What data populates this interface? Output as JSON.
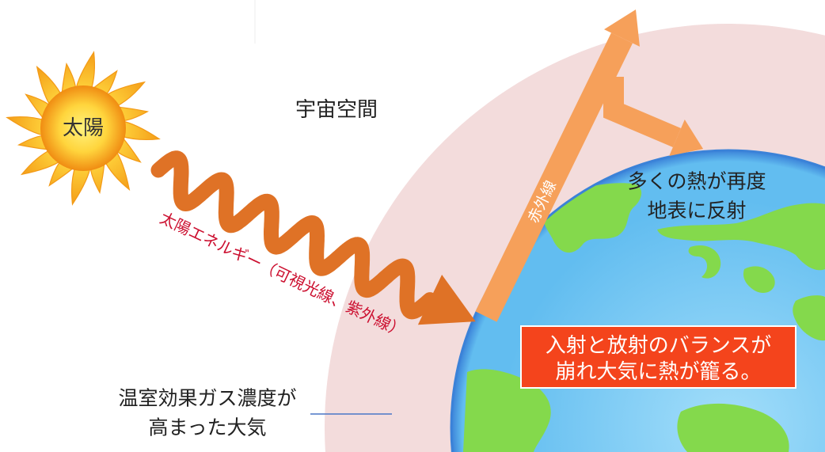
{
  "diagram": {
    "space_label": "宇宙空間",
    "sun": {
      "label": "太陽"
    },
    "solar_energy": {
      "label": "太陽エネルギー（可視光線、紫外線）"
    },
    "infrared": {
      "label": "赤外線"
    },
    "reflection": {
      "line1": "多くの熱が再度",
      "line2": "地表に反射"
    },
    "imbalance_box": {
      "line1": "入射と放射のバランスが",
      "line2": "崩れ大気に熱が籠る。"
    },
    "atmosphere": {
      "line1": "温室効果ガス濃度が",
      "line2": "高まった大気"
    }
  },
  "colors": {
    "atmosphere": "#f3dcdc",
    "ocean_light": "#a3defa",
    "ocean": "#62bdf0",
    "ocean_rim": "#3b82d8",
    "land": "#84d94c",
    "sun_ray": "#ffd53d",
    "sun_ray_edge": "#f39a16",
    "sun_center": "#fff27e",
    "sun_edge": "#f08c12",
    "solar_wave": "#df7226",
    "infrared_arrow": "#f6a05a",
    "imbalance_box": "#f4441c",
    "solar_label": "#cc1030",
    "leader_line": "#4a76c6"
  }
}
